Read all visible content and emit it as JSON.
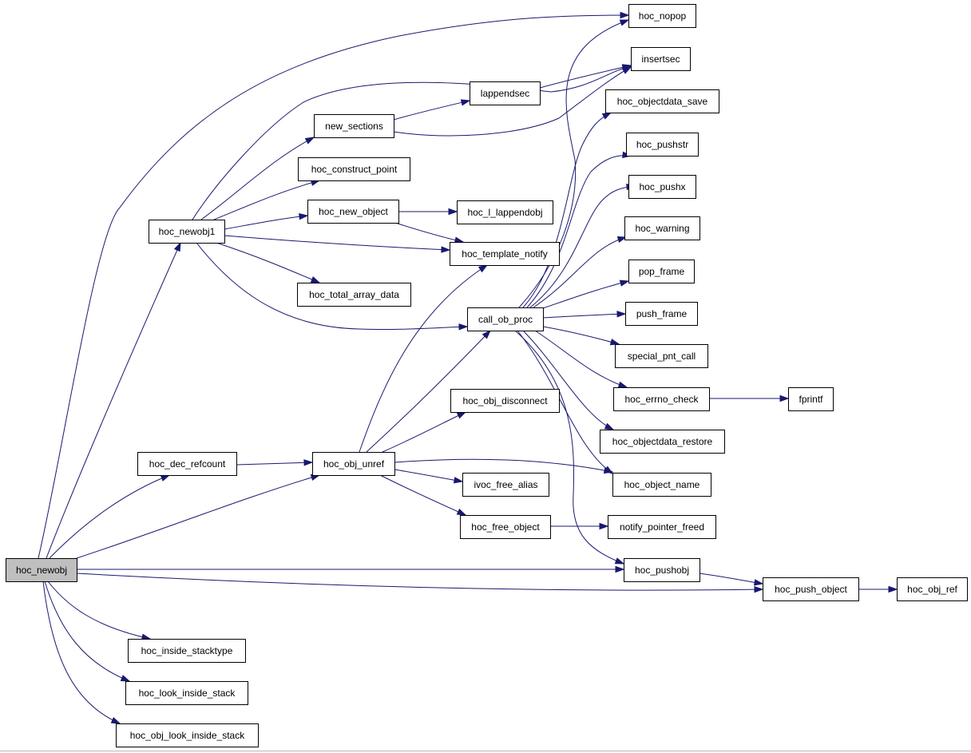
{
  "graph": {
    "nodes": [
      {
        "id": "hoc_newobj",
        "label": "hoc_newobj",
        "highlight": true
      },
      {
        "id": "hoc_newobj1",
        "label": "hoc_newobj1"
      },
      {
        "id": "hoc_dec_refcount",
        "label": "hoc_dec_refcount"
      },
      {
        "id": "hoc_inside_stacktype",
        "label": "hoc_inside_stacktype"
      },
      {
        "id": "hoc_look_inside_stack",
        "label": "hoc_look_inside_stack"
      },
      {
        "id": "hoc_obj_look_inside_stack",
        "label": "hoc_obj_look_inside_stack"
      },
      {
        "id": "new_sections",
        "label": "new_sections"
      },
      {
        "id": "hoc_construct_point",
        "label": "hoc_construct_point"
      },
      {
        "id": "hoc_new_object",
        "label": "hoc_new_object"
      },
      {
        "id": "hoc_total_array_data",
        "label": "hoc_total_array_data"
      },
      {
        "id": "hoc_obj_unref",
        "label": "hoc_obj_unref"
      },
      {
        "id": "lappendsec",
        "label": "lappendsec"
      },
      {
        "id": "hoc_l_lappendobj",
        "label": "hoc_l_lappendobj"
      },
      {
        "id": "hoc_template_notify",
        "label": "hoc_template_notify"
      },
      {
        "id": "call_ob_proc",
        "label": "call_ob_proc"
      },
      {
        "id": "hoc_obj_disconnect",
        "label": "hoc_obj_disconnect"
      },
      {
        "id": "ivoc_free_alias",
        "label": "ivoc_free_alias"
      },
      {
        "id": "hoc_free_object",
        "label": "hoc_free_object"
      },
      {
        "id": "hoc_nopop",
        "label": "hoc_nopop"
      },
      {
        "id": "insertsec",
        "label": "insertsec"
      },
      {
        "id": "hoc_objectdata_save",
        "label": "hoc_objectdata_save"
      },
      {
        "id": "hoc_pushstr",
        "label": "hoc_pushstr"
      },
      {
        "id": "hoc_pushx",
        "label": "hoc_pushx"
      },
      {
        "id": "hoc_warning",
        "label": "hoc_warning"
      },
      {
        "id": "pop_frame",
        "label": "pop_frame"
      },
      {
        "id": "push_frame",
        "label": "push_frame"
      },
      {
        "id": "special_pnt_call",
        "label": "special_pnt_call"
      },
      {
        "id": "hoc_errno_check",
        "label": "hoc_errno_check"
      },
      {
        "id": "hoc_objectdata_restore",
        "label": "hoc_objectdata_restore"
      },
      {
        "id": "hoc_object_name",
        "label": "hoc_object_name"
      },
      {
        "id": "notify_pointer_freed",
        "label": "notify_pointer_freed"
      },
      {
        "id": "hoc_pushobj",
        "label": "hoc_pushobj"
      },
      {
        "id": "hoc_push_object",
        "label": "hoc_push_object"
      },
      {
        "id": "fprintf",
        "label": "fprintf"
      },
      {
        "id": "hoc_obj_ref",
        "label": "hoc_obj_ref"
      }
    ],
    "edges": [
      {
        "from": "hoc_newobj",
        "to": "hoc_nopop"
      },
      {
        "from": "hoc_newobj",
        "to": "hoc_newobj1"
      },
      {
        "from": "hoc_newobj",
        "to": "hoc_dec_refcount"
      },
      {
        "from": "hoc_newobj",
        "to": "hoc_obj_unref"
      },
      {
        "from": "hoc_newobj",
        "to": "hoc_pushobj"
      },
      {
        "from": "hoc_newobj",
        "to": "hoc_push_object"
      },
      {
        "from": "hoc_newobj",
        "to": "hoc_inside_stacktype"
      },
      {
        "from": "hoc_newobj",
        "to": "hoc_look_inside_stack"
      },
      {
        "from": "hoc_newobj",
        "to": "hoc_obj_look_inside_stack"
      },
      {
        "from": "hoc_newobj1",
        "to": "insertsec"
      },
      {
        "from": "hoc_newobj1",
        "to": "new_sections"
      },
      {
        "from": "hoc_newobj1",
        "to": "hoc_construct_point"
      },
      {
        "from": "hoc_newobj1",
        "to": "hoc_new_object"
      },
      {
        "from": "hoc_newobj1",
        "to": "hoc_template_notify"
      },
      {
        "from": "hoc_newobj1",
        "to": "hoc_total_array_data"
      },
      {
        "from": "hoc_newobj1",
        "to": "call_ob_proc"
      },
      {
        "from": "new_sections",
        "to": "lappendsec"
      },
      {
        "from": "new_sections",
        "to": "insertsec"
      },
      {
        "from": "lappendsec",
        "to": "insertsec"
      },
      {
        "from": "hoc_new_object",
        "to": "hoc_l_lappendobj"
      },
      {
        "from": "hoc_new_object",
        "to": "hoc_template_notify"
      },
      {
        "from": "hoc_dec_refcount",
        "to": "hoc_obj_unref"
      },
      {
        "from": "hoc_obj_unref",
        "to": "hoc_template_notify"
      },
      {
        "from": "hoc_obj_unref",
        "to": "call_ob_proc"
      },
      {
        "from": "hoc_obj_unref",
        "to": "hoc_obj_disconnect"
      },
      {
        "from": "hoc_obj_unref",
        "to": "hoc_object_name"
      },
      {
        "from": "hoc_obj_unref",
        "to": "ivoc_free_alias"
      },
      {
        "from": "hoc_obj_unref",
        "to": "hoc_free_object"
      },
      {
        "from": "hoc_free_object",
        "to": "notify_pointer_freed"
      },
      {
        "from": "call_ob_proc",
        "to": "hoc_nopop"
      },
      {
        "from": "call_ob_proc",
        "to": "hoc_objectdata_save"
      },
      {
        "from": "call_ob_proc",
        "to": "hoc_pushstr"
      },
      {
        "from": "call_ob_proc",
        "to": "hoc_pushx"
      },
      {
        "from": "call_ob_proc",
        "to": "hoc_warning"
      },
      {
        "from": "call_ob_proc",
        "to": "pop_frame"
      },
      {
        "from": "call_ob_proc",
        "to": "push_frame"
      },
      {
        "from": "call_ob_proc",
        "to": "special_pnt_call"
      },
      {
        "from": "call_ob_proc",
        "to": "hoc_errno_check"
      },
      {
        "from": "call_ob_proc",
        "to": "hoc_objectdata_restore"
      },
      {
        "from": "call_ob_proc",
        "to": "hoc_object_name"
      },
      {
        "from": "call_ob_proc",
        "to": "hoc_pushobj"
      },
      {
        "from": "hoc_errno_check",
        "to": "fprintf"
      },
      {
        "from": "hoc_pushobj",
        "to": "hoc_push_object"
      },
      {
        "from": "hoc_push_object",
        "to": "hoc_obj_ref"
      }
    ]
  },
  "colors": {
    "edge": "#191970",
    "node_fill": "#ffffff",
    "node_highlight_fill": "#bfbfbf",
    "node_border": "#000000"
  }
}
